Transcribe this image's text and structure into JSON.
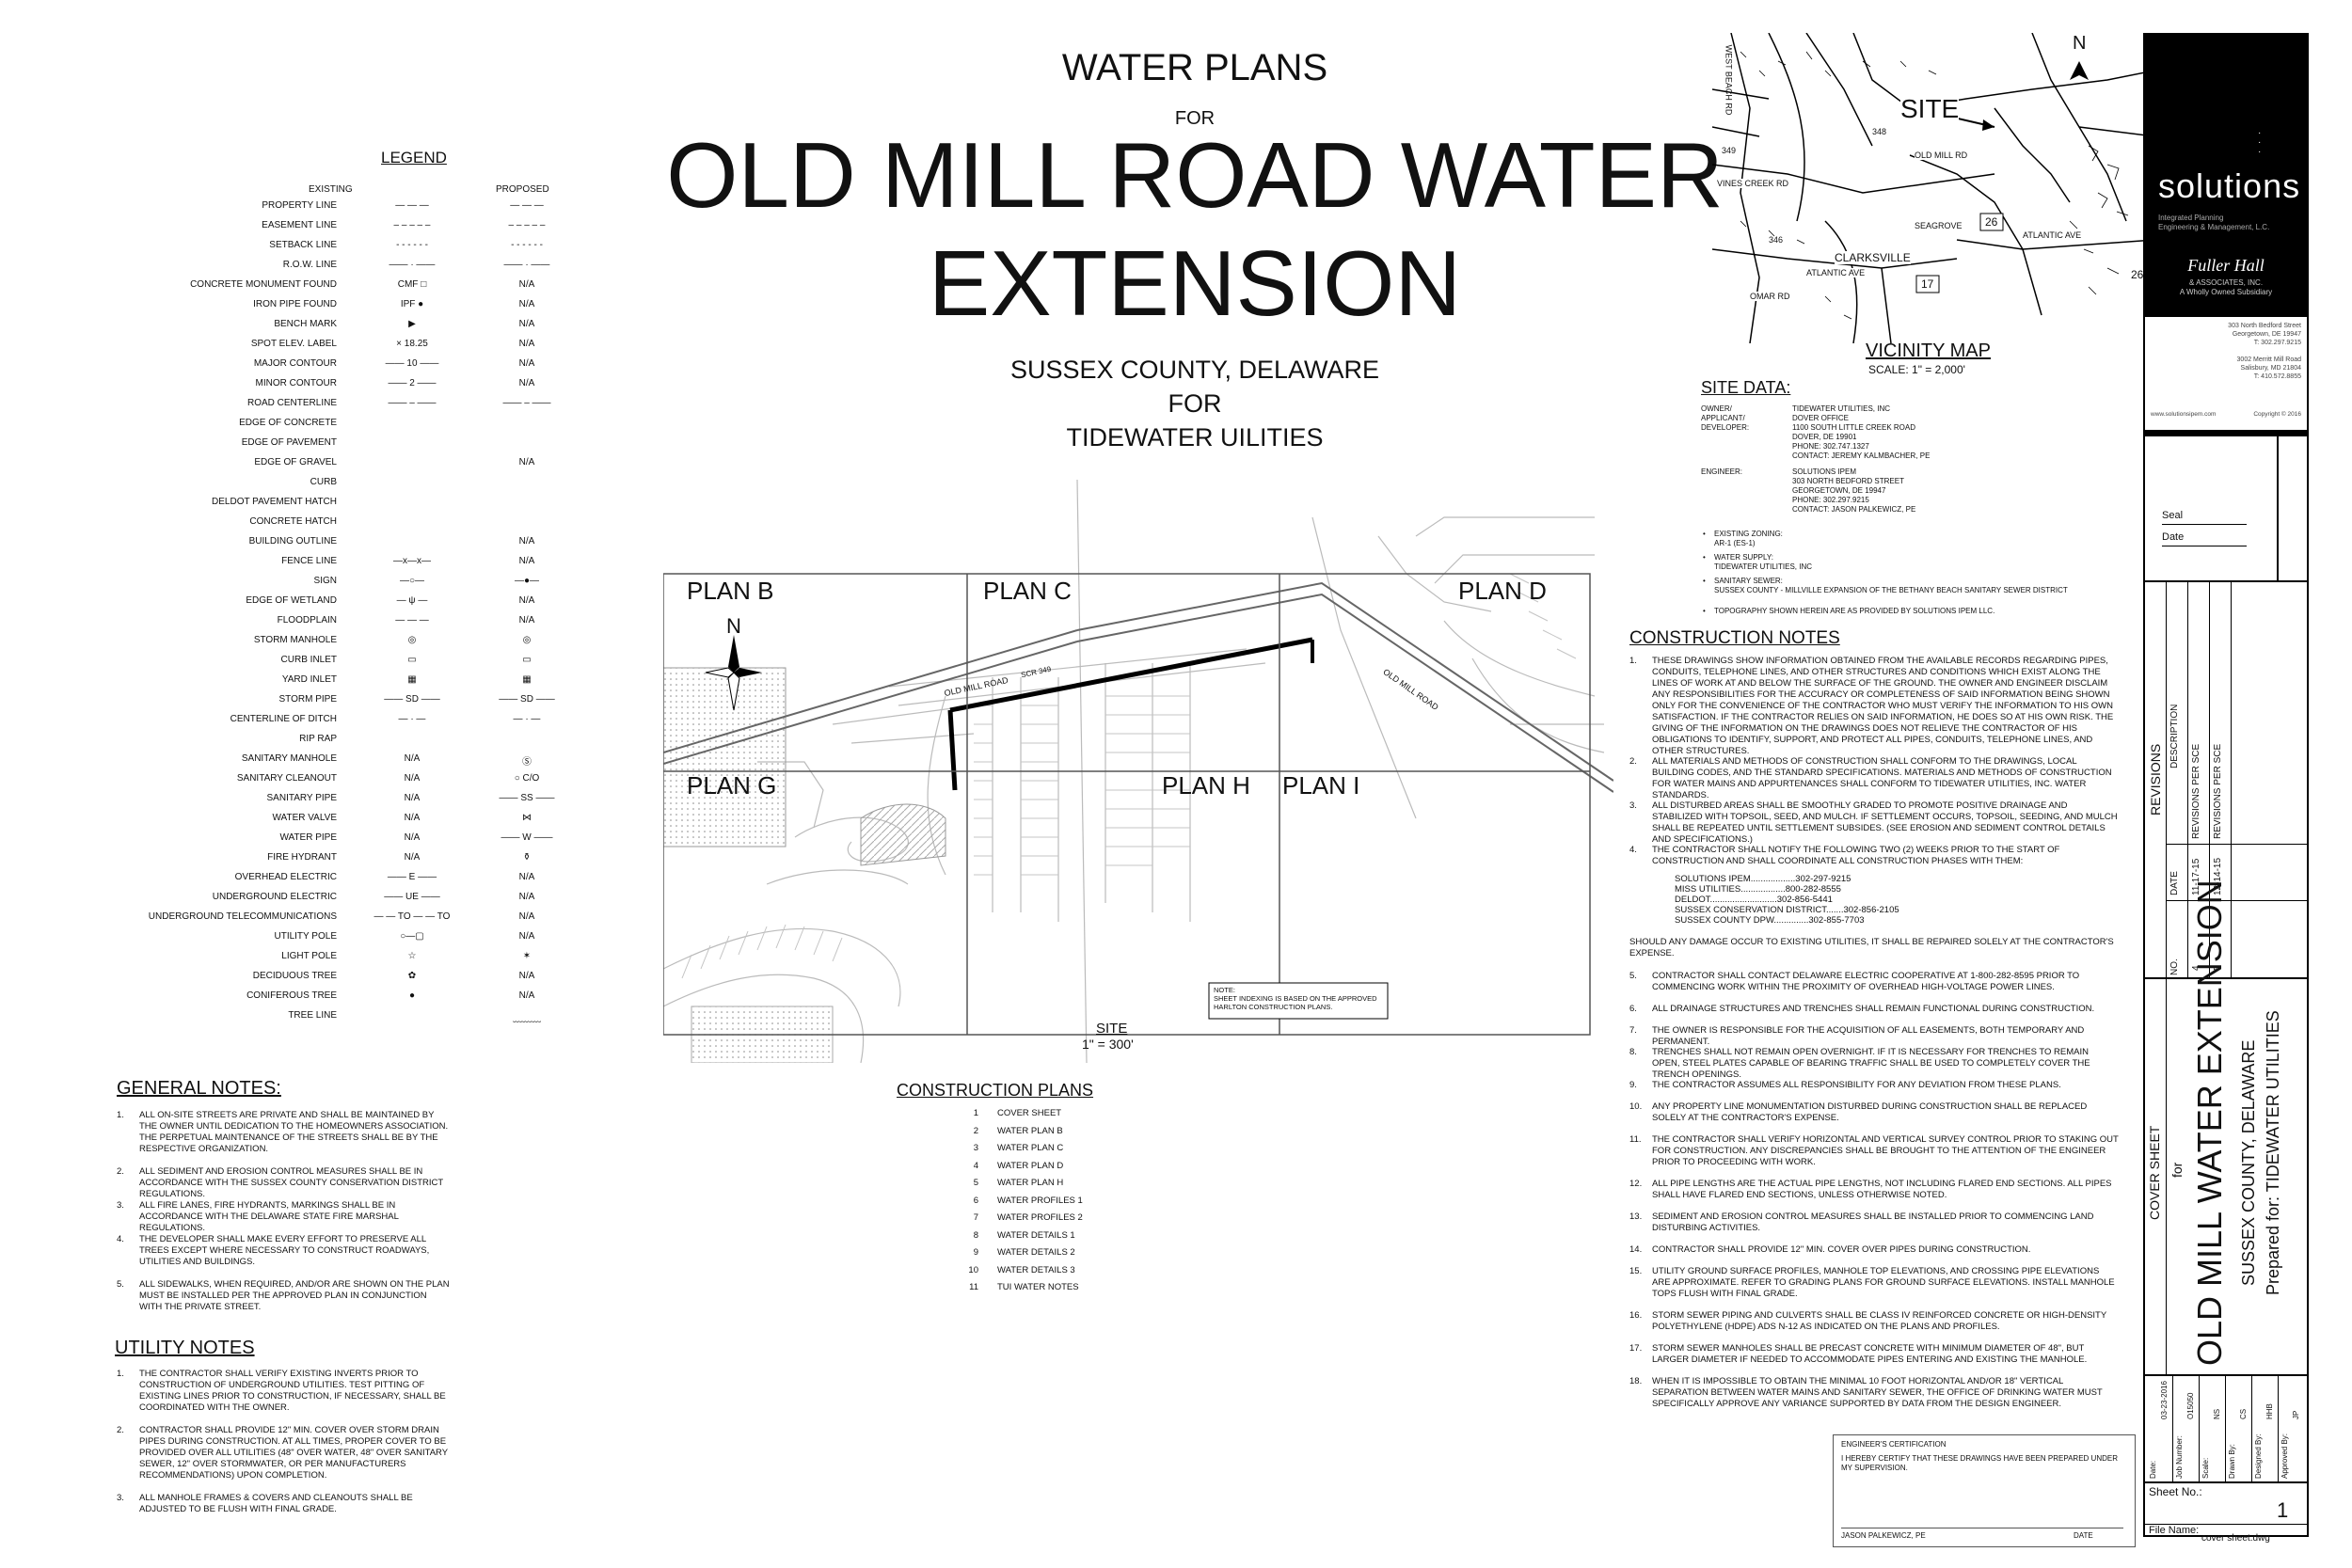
{
  "header": {
    "line1": "WATER PLANS",
    "line2": "FOR",
    "title1": "OLD MILL ROAD WATER",
    "title2": "EXTENSION",
    "county": "SUSSEX COUNTY, DELAWARE",
    "for": "FOR",
    "client": "TIDEWATER UILITIES"
  },
  "legend": {
    "title": "LEGEND",
    "col_existing": "EXISTING",
    "col_proposed": "PROPOSED",
    "rows": [
      {
        "label": "PROPERTY LINE",
        "ex": "— — —",
        "pr": "— — —"
      },
      {
        "label": "EASEMENT LINE",
        "ex": "– – – – –",
        "pr": "– – – – –"
      },
      {
        "label": "SETBACK LINE",
        "ex": "- - - - - -",
        "pr": "- - - - - -"
      },
      {
        "label": "R.O.W. LINE",
        "ex": "—— · ——",
        "pr": "—— · ——"
      },
      {
        "label": "CONCRETE MONUMENT FOUND",
        "ex": "CMF □",
        "pr": "N/A"
      },
      {
        "label": "IRON PIPE FOUND",
        "ex": "IPF ●",
        "pr": "N/A"
      },
      {
        "label": "BENCH MARK",
        "ex": "▶",
        "pr": "N/A"
      },
      {
        "label": "SPOT ELEV. LABEL",
        "ex": "× 18.25",
        "pr": "N/A"
      },
      {
        "label": "MAJOR CONTOUR",
        "ex": "—— 10 ——",
        "pr": "N/A"
      },
      {
        "label": "MINOR CONTOUR",
        "ex": "—— 2 ——",
        "pr": "N/A"
      },
      {
        "label": "ROAD CENTERLINE",
        "ex": "—— – ——",
        "pr": "—— – ——"
      },
      {
        "label": "EDGE OF CONCRETE",
        "ex": "",
        "pr": ""
      },
      {
        "label": "EDGE OF PAVEMENT",
        "ex": "",
        "pr": ""
      },
      {
        "label": "EDGE OF GRAVEL",
        "ex": "",
        "pr": "N/A"
      },
      {
        "label": "CURB",
        "ex": "",
        "pr": ""
      },
      {
        "label": "DELDOT PAVEMENT HATCH",
        "ex": "",
        "pr": ""
      },
      {
        "label": "CONCRETE HATCH",
        "ex": "",
        "pr": ""
      },
      {
        "label": "BUILDING OUTLINE",
        "ex": "",
        "pr": "N/A"
      },
      {
        "label": "FENCE LINE",
        "ex": "—x—x—",
        "pr": "N/A"
      },
      {
        "label": "SIGN",
        "ex": "—○—",
        "pr": "—●—"
      },
      {
        "label": "EDGE OF WETLAND",
        "ex": "— ψ —",
        "pr": "N/A"
      },
      {
        "label": "FLOODPLAIN",
        "ex": "— — —",
        "pr": "N/A"
      },
      {
        "label": "STORM MANHOLE",
        "ex": "◎",
        "pr": "◎"
      },
      {
        "label": "CURB INLET",
        "ex": "▭",
        "pr": "▭"
      },
      {
        "label": "YARD INLET",
        "ex": "▦",
        "pr": "▦"
      },
      {
        "label": "STORM PIPE",
        "ex": "—— SD ——",
        "pr": "—— SD ——"
      },
      {
        "label": "CENTERLINE OF DITCH",
        "ex": "— · —",
        "pr": "— · —"
      },
      {
        "label": "RIP RAP",
        "ex": "",
        "pr": ""
      },
      {
        "label": "SANITARY MANHOLE",
        "ex": "N/A",
        "pr": "Ⓢ"
      },
      {
        "label": "SANITARY CLEANOUT",
        "ex": "N/A",
        "pr": "○ C/O"
      },
      {
        "label": "SANITARY PIPE",
        "ex": "N/A",
        "pr": "—— SS ——"
      },
      {
        "label": "WATER VALVE",
        "ex": "N/A",
        "pr": "⋈"
      },
      {
        "label": "WATER PIPE",
        "ex": "N/A",
        "pr": "—— W ——"
      },
      {
        "label": "FIRE HYDRANT",
        "ex": "N/A",
        "pr": "⚱"
      },
      {
        "label": "OVERHEAD ELECTRIC",
        "ex": "—— E ——",
        "pr": "N/A"
      },
      {
        "label": "UNDERGROUND ELECTRIC",
        "ex": "—— UE ——",
        "pr": "N/A"
      },
      {
        "label": "UNDERGROUND TELECOMMUNICATIONS",
        "ex": "— — TO — — TO",
        "pr": "N/A"
      },
      {
        "label": "UTILITY POLE",
        "ex": "○—▢",
        "pr": "N/A"
      },
      {
        "label": "LIGHT POLE",
        "ex": "☆",
        "pr": "✶"
      },
      {
        "label": "DECIDUOUS TREE",
        "ex": "✿",
        "pr": "N/A"
      },
      {
        "label": "CONIFEROUS TREE",
        "ex": "●",
        "pr": "N/A"
      },
      {
        "label": "TREE LINE",
        "ex": "",
        "pr": "﹏﹏﹏"
      }
    ]
  },
  "general_notes": {
    "title": "GENERAL NOTES:",
    "items": [
      {
        "n": "1.",
        "t": "ALL ON-SITE STREETS ARE PRIVATE AND SHALL BE MAINTAINED BY THE OWNER UNTIL DEDICATION TO THE HOMEOWNERS ASSOCIATION. THE PERPETUAL MAINTENANCE OF THE STREETS SHALL BE BY THE RESPECTIVE ORGANIZATION."
      },
      {
        "n": "2.",
        "t": "ALL SEDIMENT AND EROSION CONTROL MEASURES SHALL BE IN ACCORDANCE WITH THE SUSSEX COUNTY CONSERVATION DISTRICT REGULATIONS."
      },
      {
        "n": "3.",
        "t": "ALL FIRE LANES, FIRE HYDRANTS, MARKINGS SHALL BE IN ACCORDANCE WITH THE DELAWARE STATE FIRE MARSHAL REGULATIONS."
      },
      {
        "n": "4.",
        "t": "THE DEVELOPER SHALL MAKE EVERY EFFORT TO PRESERVE ALL TREES EXCEPT WHERE NECESSARY TO CONSTRUCT ROADWAYS, UTILITIES AND BUILDINGS."
      },
      {
        "n": "5.",
        "t": "ALL SIDEWALKS, WHEN REQUIRED, AND/OR ARE SHOWN ON THE PLAN MUST BE INSTALLED PER THE APPROVED PLAN IN CONJUNCTION WITH THE PRIVATE STREET."
      }
    ]
  },
  "utility_notes": {
    "title": "UTILITY NOTES",
    "items": [
      {
        "n": "1.",
        "t": "THE CONTRACTOR SHALL VERIFY EXISTING INVERTS PRIOR TO CONSTRUCTION OF UNDERGROUND UTILITIES. TEST PITTING OF EXISTING LINES PRIOR TO CONSTRUCTION, IF NECESSARY, SHALL BE COORDINATED WITH THE OWNER."
      },
      {
        "n": "2.",
        "t": "CONTRACTOR SHALL PROVIDE 12\" MIN. COVER OVER STORM DRAIN PIPES DURING CONSTRUCTION. AT ALL TIMES, PROPER COVER TO BE PROVIDED OVER ALL UTILITIES (48\" OVER WATER, 48\" OVER SANITARY SEWER, 12\" OVER STORMWATER, OR PER MANUFACTURERS RECOMMENDATIONS) UPON COMPLETION."
      },
      {
        "n": "3.",
        "t": "ALL MANHOLE FRAMES & COVERS AND CLEANOUTS SHALL BE ADJUSTED TO BE FLUSH WITH FINAL GRADE."
      }
    ]
  },
  "key_map": {
    "plans": [
      "PLAN B",
      "PLAN C",
      "PLAN D",
      "PLAN G",
      "PLAN H",
      "PLAN I"
    ],
    "north": "N",
    "road1": "OLD MILL ROAD",
    "road2": "OLD MILL ROAD",
    "road_num": "SCR 349",
    "note": "NOTE:\nSHEET INDEXING IS BASED ON THE APPROVED HARLTON CONSTRUCTION PLANS.",
    "site_label": "SITE",
    "site_scale": "1\" = 300'"
  },
  "construction_plans": {
    "title": "CONSTRUCTION PLANS",
    "items": [
      {
        "n": "1",
        "t": "COVER SHEET"
      },
      {
        "n": "2",
        "t": "WATER PLAN B"
      },
      {
        "n": "3",
        "t": "WATER PLAN C"
      },
      {
        "n": "4",
        "t": "WATER PLAN D"
      },
      {
        "n": "5",
        "t": "WATER PLAN H"
      },
      {
        "n": "6",
        "t": "WATER PROFILES 1"
      },
      {
        "n": "7",
        "t": "WATER PROFILES 2"
      },
      {
        "n": "8",
        "t": "WATER DETAILS 1"
      },
      {
        "n": "9",
        "t": "WATER DETAILS 2"
      },
      {
        "n": "10",
        "t": "WATER DETAILS 3"
      },
      {
        "n": "11",
        "t": "TUI WATER NOTES"
      }
    ]
  },
  "vicinity": {
    "title": "VICINITY MAP",
    "scale": "SCALE: 1\" = 2,000'",
    "site": "SITE",
    "north": "N",
    "labels": [
      "OLD MILL RD",
      "SEAGROVE",
      "ATLANTIC AVE",
      "CLARKSVILLE",
      "OMAR RD",
      "ATLANTIC AVE",
      "VINES CREEK RD",
      "WEST BEACH RD",
      "26",
      "17",
      "26",
      "348",
      "346",
      "349"
    ]
  },
  "site_data": {
    "title": "SITE DATA:",
    "owner_labels": "OWNER/\nAPPLICANT/\nDEVELOPER:",
    "owner_values": "TIDEWATER UTILITIES, INC\nDOVER OFFICE\n1100 SOUTH LITTLE CREEK ROAD\nDOVER, DE 19901\nPHONE: 302.747.1327\nCONTACT: JEREMY KALMBACHER, PE",
    "engineer_label": "ENGINEER:",
    "engineer_value": "SOLUTIONS IPEM\n303 NORTH BEDFORD STREET\nGEORGETOWN, DE 19947\nPHONE: 302.297.9215\nCONTACT: JASON PALKEWICZ, PE",
    "bullets": [
      "EXISTING ZONING:\nAR-1 (ES-1)",
      "WATER SUPPLY:\nTIDEWATER UTILITIES, INC",
      "SANITARY SEWER:\nSUSSEX COUNTY - MILLVILLE EXPANSION OF THE BETHANY BEACH SANITARY SEWER DISTRICT",
      "TOPOGRAPHY SHOWN HEREIN ARE AS PROVIDED BY SOLUTIONS IPEM LLC."
    ]
  },
  "construction_notes": {
    "title": "CONSTRUCTION NOTES",
    "items": [
      {
        "n": "1.",
        "t": "THESE DRAWINGS SHOW INFORMATION OBTAINED FROM THE AVAILABLE RECORDS REGARDING PIPES, CONDUITS, TELEPHONE LINES, AND OTHER STRUCTURES AND CONDITIONS WHICH EXIST ALONG THE LINES OF WORK AT AND BELOW THE SURFACE OF THE GROUND. THE OWNER AND ENGINEER DISCLAIM ANY RESPONSIBILITIES FOR THE ACCURACY OR COMPLETENESS OF SAID INFORMATION BEING SHOWN ONLY FOR THE CONVENIENCE OF THE CONTRACTOR WHO MUST VERIFY THE INFORMATION TO HIS OWN SATISFACTION. IF THE CONTRACTOR RELIES ON SAID INFORMATION, HE DOES SO AT HIS OWN RISK. THE GIVING OF THE INFORMATION ON THE DRAWINGS DOES NOT RELIEVE THE CONTRACTOR OF HIS OBLIGATIONS TO IDENTIFY, SUPPORT, AND PROTECT ALL PIPES, CONDUITS, TELEPHONE LINES, AND OTHER STRUCTURES."
      },
      {
        "n": "2.",
        "t": "ALL MATERIALS AND METHODS OF CONSTRUCTION SHALL CONFORM TO THE DRAWINGS, LOCAL BUILDING CODES, AND THE STANDARD SPECIFICATIONS. MATERIALS AND METHODS OF CONSTRUCTION FOR WATER MAINS AND APPURTENANCES SHALL CONFORM TO TIDEWATER UTILITIES, INC. WATER STANDARDS."
      },
      {
        "n": "3.",
        "t": "ALL DISTURBED AREAS SHALL BE SMOOTHLY GRADED TO PROMOTE POSITIVE DRAINAGE AND STABILIZED WITH TOPSOIL, SEED, AND MULCH. IF SETTLEMENT OCCURS, TOPSOIL, SEEDING, AND MULCH SHALL BE REPEATED UNTIL SETTLEMENT SUBSIDES. (SEE EROSION AND SEDIMENT CONTROL DETAILS AND SPECIFICATIONS.)"
      },
      {
        "n": "4.",
        "t": "THE CONTRACTOR SHALL NOTIFY THE FOLLOWING TWO (2) WEEKS PRIOR TO THE START OF CONSTRUCTION AND SHALL COORDINATE ALL CONSTRUCTION PHASES WITH THEM:"
      }
    ],
    "contacts": [
      {
        "name": "SOLUTIONS IPEM",
        "dots": "..................",
        "phone": "302-297-9215"
      },
      {
        "name": "MISS UTILITIES",
        "dots": "..................",
        "phone": "800-282-8555"
      },
      {
        "name": "DELDOT",
        "dots": "...........................",
        "phone": "302-856-5441"
      },
      {
        "name": "SUSSEX CONSERVATION DISTRICT",
        "dots": ".......",
        "phone": "302-856-2105"
      },
      {
        "name": "SUSSEX COUNTY DPW",
        "dots": "..............",
        "phone": "302-855-7703"
      }
    ],
    "damage": "SHOULD ANY DAMAGE OCCUR TO EXISTING UTILITIES, IT SHALL BE REPAIRED SOLELY AT THE CONTRACTOR'S EXPENSE.",
    "items2": [
      {
        "n": "5.",
        "t": "CONTRACTOR SHALL CONTACT DELAWARE ELECTRIC COOPERATIVE AT 1-800-282-8595 PRIOR TO COMMENCING WORK WITHIN THE PROXIMITY OF OVERHEAD HIGH-VOLTAGE POWER LINES."
      },
      {
        "n": "6.",
        "t": "ALL DRAINAGE STRUCTURES AND TRENCHES SHALL REMAIN FUNCTIONAL DURING CONSTRUCTION."
      },
      {
        "n": "7.",
        "t": "THE OWNER IS RESPONSIBLE FOR THE ACQUISITION OF ALL EASEMENTS, BOTH TEMPORARY AND PERMANENT."
      },
      {
        "n": "8.",
        "t": "TRENCHES SHALL NOT REMAIN OPEN OVERNIGHT. IF IT IS NECESSARY FOR TRENCHES TO REMAIN OPEN, STEEL PLATES CAPABLE OF BEARING TRAFFIC SHALL BE USED TO COMPLETELY COVER THE TRENCH OPENINGS."
      },
      {
        "n": "9.",
        "t": "THE CONTRACTOR ASSUMES ALL RESPONSIBILITY FOR ANY DEVIATION FROM THESE PLANS."
      },
      {
        "n": "10.",
        "t": "ANY PROPERTY LINE MONUMENTATION DISTURBED DURING CONSTRUCTION SHALL BE REPLACED SOLELY AT THE CONTRACTOR'S EXPENSE."
      },
      {
        "n": "11.",
        "t": "THE CONTRACTOR SHALL VERIFY HORIZONTAL AND VERTICAL SURVEY CONTROL PRIOR TO STAKING OUT FOR CONSTRUCTION. ANY DISCREPANCIES SHALL BE BROUGHT TO THE ATTENTION OF THE ENGINEER PRIOR TO PROCEEDING WITH WORK."
      },
      {
        "n": "12.",
        "t": "ALL PIPE LENGTHS ARE THE ACTUAL PIPE LENGTHS, NOT INCLUDING FLARED END SECTIONS. ALL PIPES SHALL HAVE FLARED END SECTIONS, UNLESS OTHERWISE NOTED."
      },
      {
        "n": "13.",
        "t": "SEDIMENT AND EROSION CONTROL MEASURES SHALL BE INSTALLED PRIOR TO COMMENCING LAND DISTURBING ACTIVITIES."
      },
      {
        "n": "14.",
        "t": "CONTRACTOR SHALL PROVIDE 12\" MIN. COVER OVER PIPES DURING CONSTRUCTION."
      },
      {
        "n": "15.",
        "t": "UTILITY GROUND SURFACE PROFILES, MANHOLE TOP ELEVATIONS, AND CROSSING PIPE ELEVATIONS ARE APPROXIMATE. REFER TO GRADING PLANS FOR GROUND SURFACE ELEVATIONS. INSTALL MANHOLE TOPS FLUSH WITH FINAL GRADE."
      },
      {
        "n": "16.",
        "t": "STORM SEWER PIPING AND CULVERTS SHALL BE CLASS IV REINFORCED CONCRETE OR HIGH-DENSITY POLYETHYLENE (HDPE) ADS N-12 AS INDICATED ON THE PLANS AND PROFILES."
      },
      {
        "n": "17.",
        "t": "STORM SEWER MANHOLES SHALL BE PRECAST CONCRETE WITH MINIMUM DIAMETER OF 48\", BUT LARGER DIAMETER IF NEEDED TO ACCOMMODATE PIPES ENTERING AND EXISTING THE MANHOLE."
      },
      {
        "n": "18.",
        "t": "WHEN IT IS IMPOSSIBLE TO OBTAIN THE MINIMAL 10 FOOT HORIZONTAL AND/OR 18\" VERTICAL SEPARATION BETWEEN WATER MAINS AND SANITARY SEWER, THE OFFICE OF DRINKING WATER MUST SPECIFICALLY APPROVE ANY VARIANCE SUPPORTED BY DATA FROM THE DESIGN ENGINEER."
      }
    ]
  },
  "certification": {
    "title": "ENGINEER'S CERTIFICATION",
    "text": "I HEREBY CERTIFY THAT THESE DRAWINGS HAVE BEEN PREPARED UNDER MY SUPERVISION.",
    "name": "JASON PALKEWICZ, PE",
    "date": "DATE"
  },
  "title_block": {
    "firm": "solutions",
    "firm_sub": "Integrated Planning\nEngineering & Management, L.C.",
    "fuller": "Fuller Hall",
    "fuller_sub": "& ASSOCIATES, INC.\nA Wholly Owned Subsidiary",
    "address": "303 North Bedford Street\nGeorgetown, DE 19947\nT: 302.297.9215\n\n3002 Merritt Mill Road\nSalisbury, MD 21804\nT: 410.572.8855",
    "web": "www.solutionsipem.com",
    "copyright": "Copyright © 2016",
    "seal": "Seal",
    "date": "Date",
    "revisions": "REVISIONS",
    "rev_cols": [
      "NO.",
      "DATE",
      "DESCRIPTION"
    ],
    "rev_rows": [
      {
        "no": "4",
        "date": "11-17-15",
        "desc": "REVISIONS PER SCE"
      },
      {
        "no": "5",
        "date": "12-14-15",
        "desc": "REVISIONS PER SCE"
      }
    ],
    "sheet_type": "COVER SHEET",
    "for": "for",
    "project": "OLD MILL WATER EXTENSION",
    "county": "SUSSEX COUNTY, DELAWARE",
    "prepared": "Prepared for: TIDEWATER UTILITIES",
    "info": [
      {
        "k": "Date:",
        "v": "03-23-2016"
      },
      {
        "k": "Job Number:",
        "v": "O15050"
      },
      {
        "k": "Scale:",
        "v": "NS"
      },
      {
        "k": "Drawn By:",
        "v": "CS"
      },
      {
        "k": "Designed By:",
        "v": "HHB"
      },
      {
        "k": "Approved By:",
        "v": "JP"
      }
    ],
    "sheet_no_label": "Sheet No.:",
    "sheet_no": "1",
    "file_label": "File Name:",
    "file_name": "cover sheet.dwg"
  }
}
